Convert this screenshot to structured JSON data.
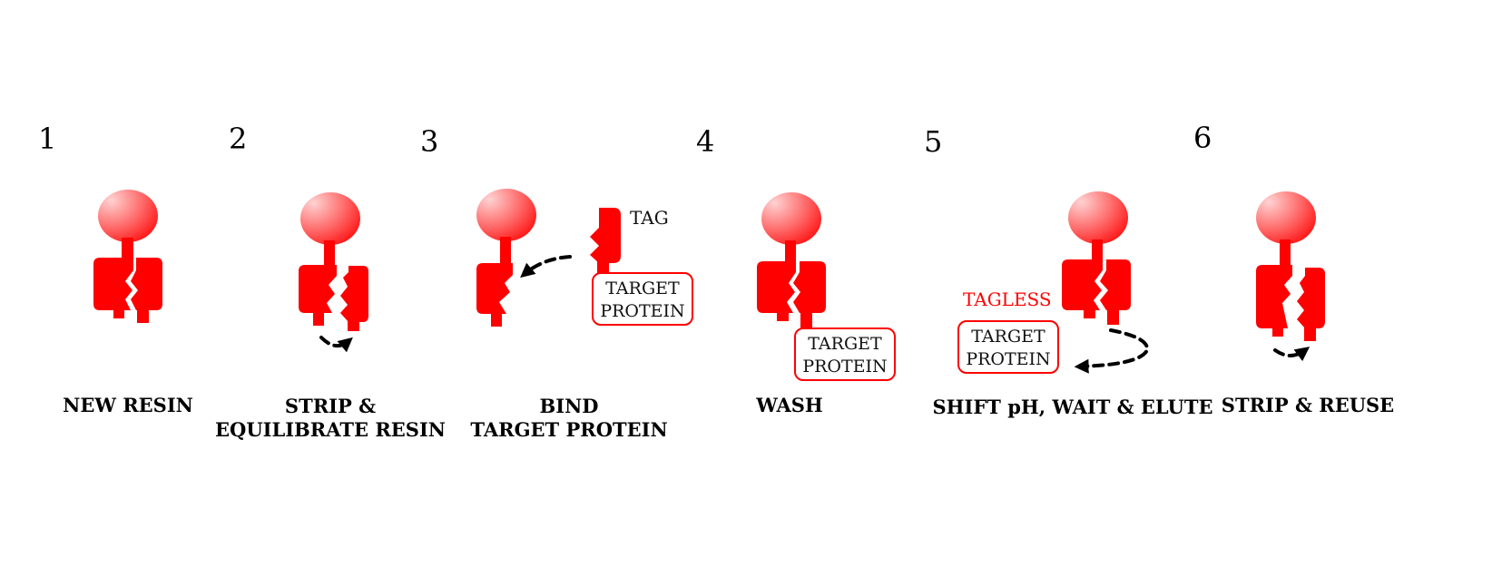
{
  "colors": {
    "resin_red": "#ff0000",
    "bead_light": "#ffc4c4",
    "box_border": "#ff0000",
    "arrow": "#000000"
  },
  "steps": [
    {
      "number": "1",
      "caption_lines": [
        "NEW RESIN"
      ]
    },
    {
      "number": "2",
      "caption_lines": [
        "STRIP &",
        "EQUILIBRATE RESIN"
      ]
    },
    {
      "number": "3",
      "caption_lines": [
        "BIND",
        "TARGET PROTEIN"
      ]
    },
    {
      "number": "4",
      "caption_lines": [
        "WASH"
      ]
    },
    {
      "number": "5",
      "caption_lines": [
        "SHIFT pH, WAIT & ELUTE"
      ]
    },
    {
      "number": "6",
      "caption_lines": [
        "STRIP & REUSE"
      ]
    }
  ],
  "labels": {
    "tag": "TAG",
    "tagless": "TAGLESS",
    "target_protein_lines": [
      "TARGET",
      "PROTEIN"
    ]
  },
  "icons": {
    "bead": "bead-icon",
    "ligand": "ligand-icon",
    "tag_fragment": "tag-fragment-icon",
    "arrow": "curved-dashed-arrow-icon"
  }
}
